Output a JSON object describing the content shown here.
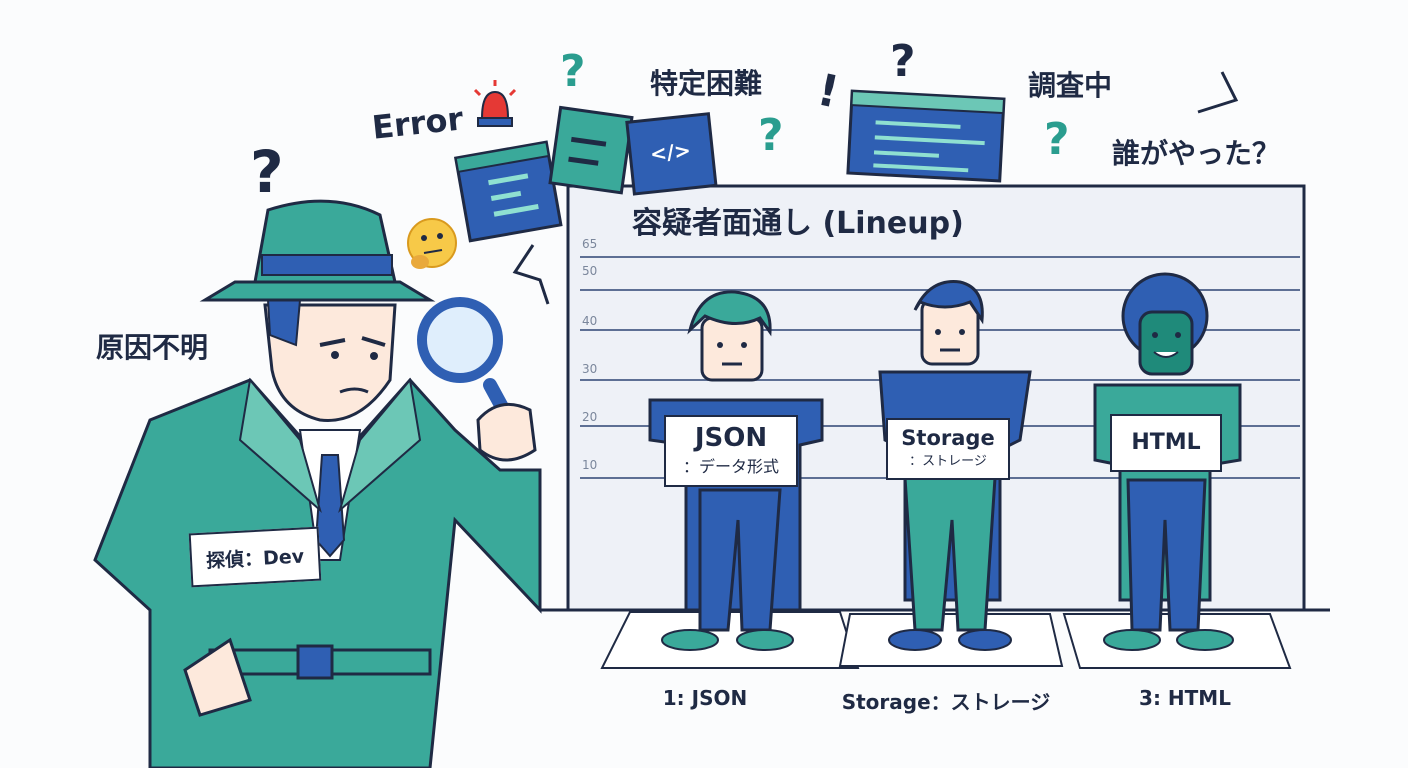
{
  "labels": {
    "error": "Error",
    "tokutei_konnan": "特定困難",
    "chousachu": "調査中",
    "dare_ga_yatta": "誰がやった？",
    "genin_fumei": "原因不明",
    "detective_badge": "探偵：Dev",
    "code_tag": "</>",
    "exclaim": "!"
  },
  "board": {
    "title": "容疑者面通し (Lineup)",
    "height_marks": [
      "65",
      "50",
      "40",
      "30",
      "20",
      "10"
    ]
  },
  "suspects": [
    {
      "sign_main": "JSON",
      "sign_sub": "：データ形式",
      "caption": "1: JSON"
    },
    {
      "sign_main": "Storage",
      "sign_sub": "：ストレージ",
      "caption": "Storage：ストレージ"
    },
    {
      "sign_main": "HTML",
      "sign_sub": "",
      "caption": "3: HTML"
    }
  ],
  "question_mark": "?",
  "colors": {
    "navy": "#1f2a44",
    "blue": "#2f5fb3",
    "teal": "#3aa99a",
    "teal_light": "#6cc7b6",
    "skin": "#fde9dc",
    "alarm": "#e53935"
  }
}
